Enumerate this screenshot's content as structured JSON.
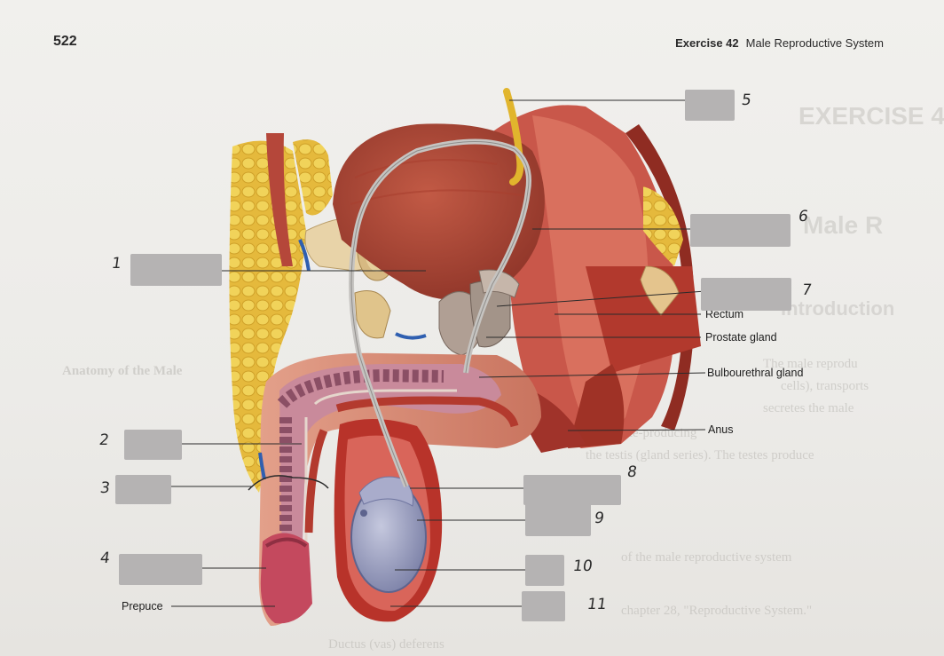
{
  "header": {
    "page_number": "522",
    "exercise": "Exercise 42",
    "chapter_title": "Male Reproductive System"
  },
  "figure_labels": {
    "rectum": "Rectum",
    "prostate_gland": "Prostate gland",
    "bulbourethral_gland": "Bulbourethral gland",
    "anus": "Anus",
    "prepuce": "Prepuce"
  },
  "handwritten_numbers": [
    "1",
    "2",
    "3",
    "4",
    "5",
    "6",
    "7",
    "8",
    "9",
    "10",
    "11"
  ],
  "answer_boxes": [
    {
      "number": "1",
      "state": "blank"
    },
    {
      "number": "2",
      "state": "blank"
    },
    {
      "number": "3",
      "state": "blank"
    },
    {
      "number": "4",
      "state": "blank"
    },
    {
      "number": "5",
      "state": "blank"
    },
    {
      "number": "6",
      "state": "blank"
    },
    {
      "number": "7",
      "state": "blank"
    },
    {
      "number": "8",
      "state": "blank"
    },
    {
      "number": "9",
      "state": "blank"
    },
    {
      "number": "10",
      "state": "blank"
    },
    {
      "number": "11",
      "state": "blank"
    }
  ],
  "colors": {
    "muscle": "#b9463a",
    "fat": "#e9c94a",
    "bone": "#e7d5ae",
    "testis": "#9aa0c4",
    "urethra_tube": "#c6c4c1",
    "redaction": "#b5b3b3"
  }
}
